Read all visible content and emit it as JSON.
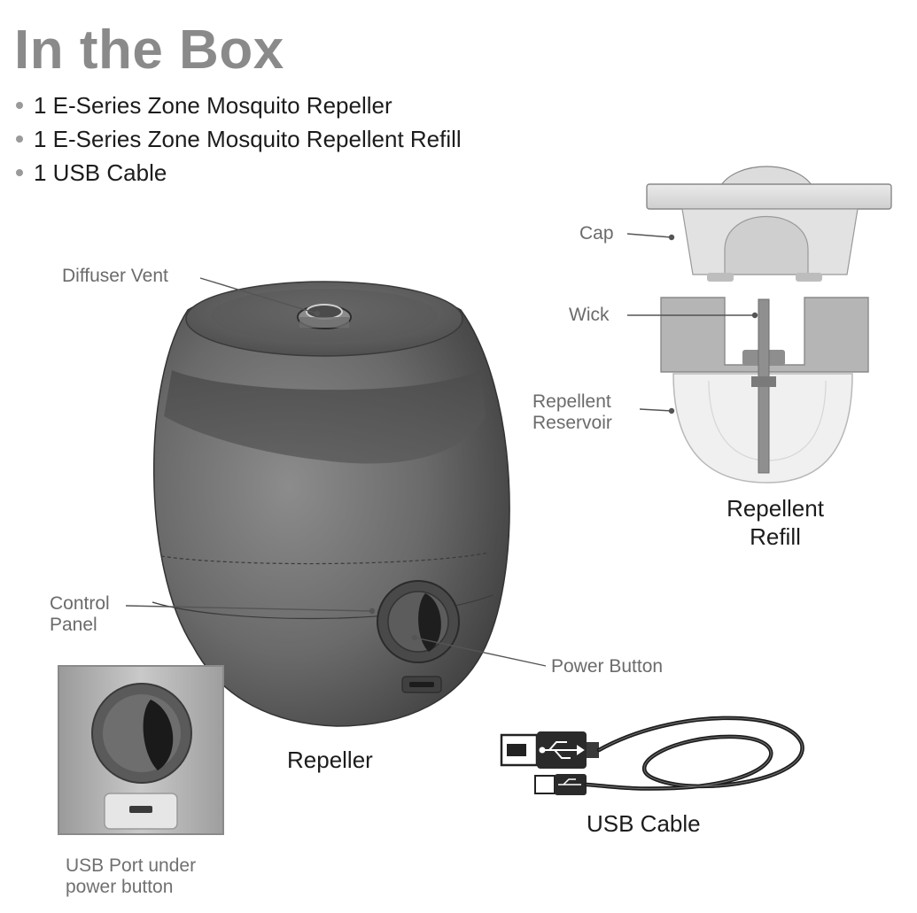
{
  "heading": "In the Box",
  "box_items": [
    "1 E-Series Zone Mosquito Repeller",
    "1 E-Series Zone Mosquito Repellent Refill",
    "1 USB Cable"
  ],
  "callouts": {
    "diffuser_vent": "Diffuser Vent",
    "control_panel": [
      "Control",
      "Panel"
    ],
    "power_button": "Power Button",
    "cap": "Cap",
    "wick": "Wick",
    "reservoir": [
      "Repellent",
      "Reservoir"
    ],
    "usb_port": [
      "USB Port under",
      "power button"
    ]
  },
  "captions": {
    "repeller": "Repeller",
    "refill": [
      "Repellent",
      "Refill"
    ],
    "usb_cable": "USB Cable"
  },
  "icons": [
    "usb-symbol-icon"
  ],
  "colors": {
    "heading": "#8a8a8a",
    "device_body": "#6a6a6a",
    "device_dark": "#3f3f3f",
    "refill_light": "#d4d4d4"
  }
}
